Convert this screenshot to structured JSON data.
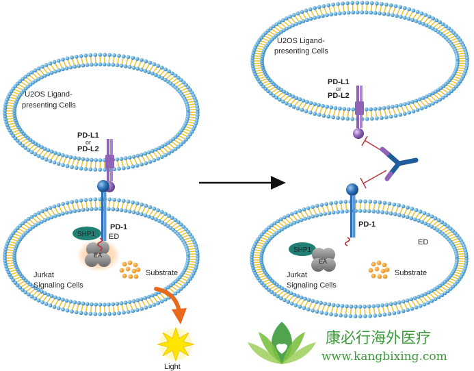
{
  "left_panel": {
    "ligand_cell_label": [
      "U2OS Ligand-",
      "presenting Cells"
    ],
    "ligand_label": {
      "line1": "PD-L1",
      "line2": "or",
      "line3": "PD-L2"
    },
    "receptor_label": "PD-1",
    "ed_label": "ED",
    "shp1_label": "SHP1",
    "ea_label": "EA",
    "substrate_label": "Substrate",
    "signaling_cell_label": [
      "Jurkat",
      "Signaling Cells"
    ],
    "light_label": "Light"
  },
  "right_panel": {
    "ligand_cell_label": [
      "U2OS Ligand-",
      "presenting Cells"
    ],
    "ligand_label": {
      "line1": "PD-L1",
      "line2": "or",
      "line3": "PD-L2"
    },
    "receptor_label": "PD-1",
    "ed_label": "ED",
    "shp1_label": "SHP1",
    "ea_label": "EA",
    "substrate_label": "Substrate",
    "signaling_cell_label": [
      "Jurkat",
      "Signaling Cells"
    ]
  },
  "watermark": {
    "chinese_text": "康必行海外医疗",
    "url_text": "www.kangbixing.com"
  },
  "colors": {
    "membrane_head": "#5aa7d8",
    "membrane_tail": "#f2c12e",
    "receptor_blue": "#2a6fb5",
    "ligand_purple": "#8f63b5",
    "shp1_teal": "#1f7f73",
    "substrate_orange": "#f39a1e",
    "arrow_orange": "#e8681e",
    "light_yellow": "#ffe600",
    "inhibit_red": "#b8333a",
    "watermark_green": "#3c9a3a"
  },
  "icons": [
    "arrow-right-icon",
    "light-burst-icon",
    "curved-arrow-icon",
    "antibody-icon",
    "lotus-logo-icon"
  ]
}
